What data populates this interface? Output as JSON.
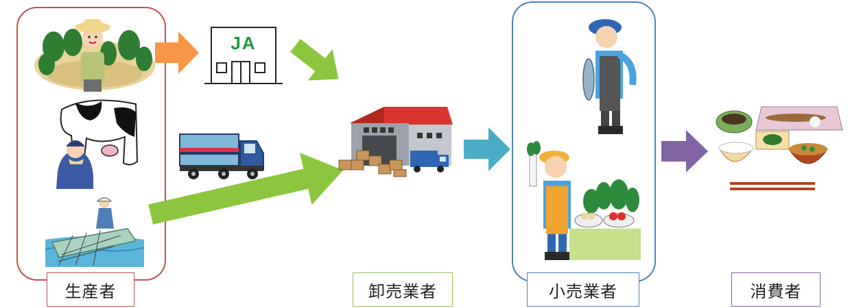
{
  "stages": {
    "producer": {
      "label": "生産者",
      "border_color": "#c0504d"
    },
    "wholesaler": {
      "label": "卸売業者",
      "border_color": "#9bbb59"
    },
    "retailer": {
      "label": "小売業者",
      "border_color": "#4f81bd"
    },
    "consumer": {
      "label": "消費者",
      "border_color": "#8064a2"
    }
  },
  "ja_building": {
    "sign": "JA"
  },
  "arrows": {
    "orange": "#f79646",
    "green": "#8cc63f",
    "teal": "#4bacc6",
    "purple": "#8064a2"
  }
}
